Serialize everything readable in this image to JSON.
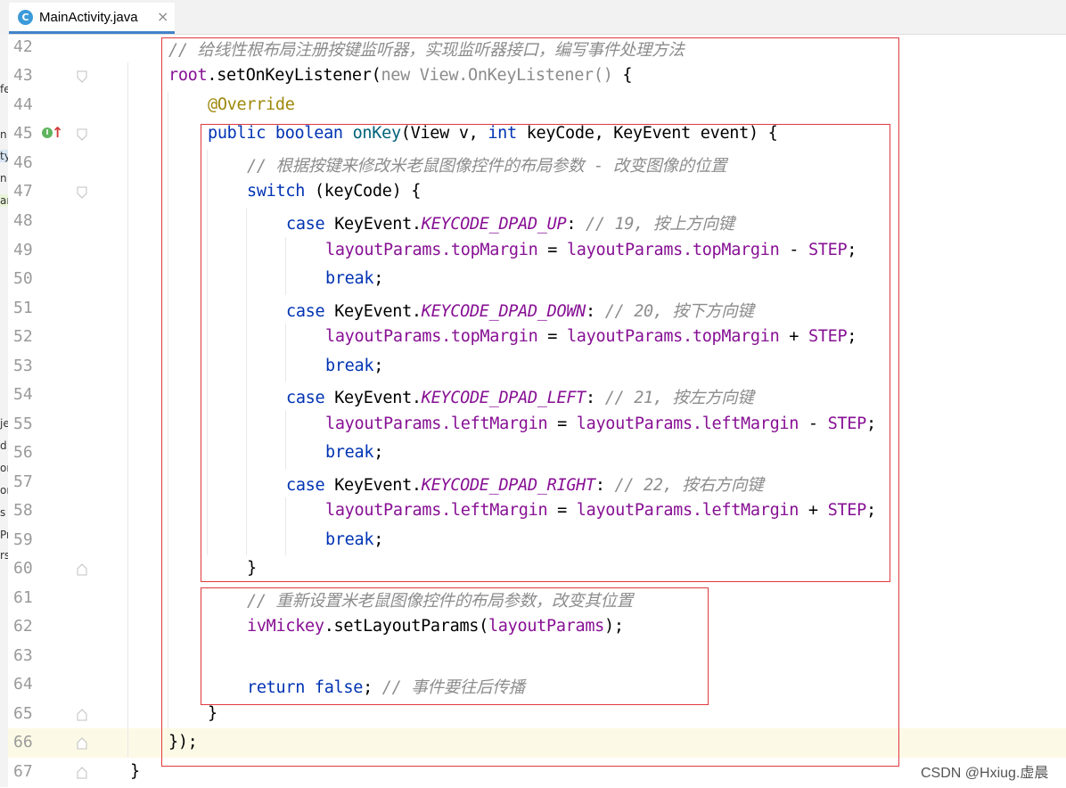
{
  "tab": {
    "title": "MainActivity.java",
    "icon_letter": "C",
    "close": "×"
  },
  "left_strip": [
    "fe",
    "n",
    "ty",
    "n",
    "ar",
    "je",
    "d",
    "or",
    "or",
    "s",
    "Pr",
    "rs"
  ],
  "lines": [
    {
      "num": "42"
    },
    {
      "num": "43"
    },
    {
      "num": "44"
    },
    {
      "num": "45"
    },
    {
      "num": "46"
    },
    {
      "num": "47"
    },
    {
      "num": "48"
    },
    {
      "num": "49"
    },
    {
      "num": "50"
    },
    {
      "num": "51"
    },
    {
      "num": "52"
    },
    {
      "num": "53"
    },
    {
      "num": "54"
    },
    {
      "num": "55"
    },
    {
      "num": "56"
    },
    {
      "num": "57"
    },
    {
      "num": "58"
    },
    {
      "num": "59"
    },
    {
      "num": "60"
    },
    {
      "num": "61"
    },
    {
      "num": "62"
    },
    {
      "num": "63"
    },
    {
      "num": "64"
    },
    {
      "num": "65"
    },
    {
      "num": "66"
    },
    {
      "num": "67"
    }
  ],
  "code": {
    "l42_comment": "// 给线性根布局注册按键监听器，实现监听器接口，编写事件处理方法",
    "l43_root": "root",
    "l43_call": ".setOnKeyListener(",
    "l43_new": "new View.OnKeyListener() ",
    "l43_brace": "{",
    "l44_annotation": "@Override",
    "l45_public": "public",
    "l45_boolean": "boolean",
    "l45_method": "onKey",
    "l45_params1": "(View v, ",
    "l45_int": "int",
    "l45_params2": " keyCode, KeyEvent event) {",
    "l46_comment": "// 根据按键来修改米老鼠图像控件的布局参数 - 改变图像的位置",
    "l47_switch": "switch",
    "l47_rest": " (keyCode) {",
    "case_kw": "case",
    "keyevent": " KeyEvent.",
    "up_const": "KEYCODE_DPAD_UP",
    "up_comment": "// 19, 按上方向键",
    "down_const": "KEYCODE_DPAD_DOWN",
    "down_comment": "// 20, 按下方向键",
    "left_const": "KEYCODE_DPAD_LEFT",
    "left_comment": "// 21, 按左方向键",
    "right_const": "KEYCODE_DPAD_RIGHT",
    "right_comment": "// 22, 按右方向键",
    "colon": ": ",
    "lp": "layoutParams",
    "top_margin": ".topMargin",
    "left_margin": ".leftMargin",
    "eq": " = ",
    "minus": " - ",
    "plus": " + ",
    "step": "STEP",
    "semi": ";",
    "break_kw": "break",
    "l60_close": "}",
    "l61_comment": "// 重新设置米老鼠图像控件的布局参数，改变其位置",
    "l62_var": "ivMickey",
    "l62_call": ".setLayoutParams(",
    "l62_arg": "layoutParams",
    "l62_end": ");",
    "l64_return": "return",
    "l64_false": "false",
    "l64_semi": "; ",
    "l64_comment": "// 事件要往后传播",
    "l65_close": "}",
    "l66_close": "});",
    "l67_close": "}"
  },
  "watermark": "CSDN @Hxiug.虚晨"
}
